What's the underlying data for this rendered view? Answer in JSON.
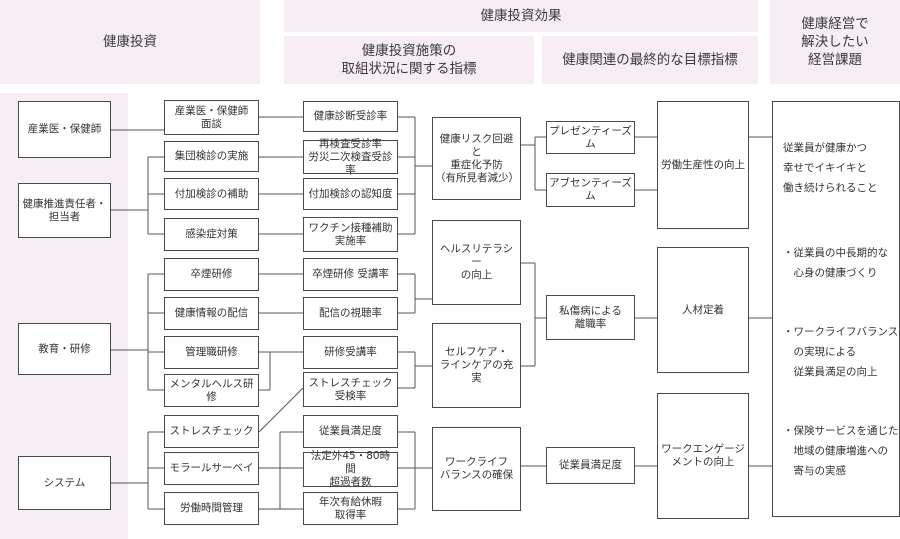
{
  "headers": {
    "investment": "健康投資",
    "effect": "健康投資効果",
    "measures": [
      "健康投資施策の",
      "取組状況に関する指標"
    ],
    "final_indicators": "健康関連の最終的な目標指標",
    "issues": [
      "健康経営で",
      "解決したい",
      "経営課題"
    ]
  },
  "investors": {
    "occupational_health": "産業医・保健師",
    "promoter": [
      "健康推進責任者・",
      "担当者"
    ],
    "education": "教育・研修",
    "system": "システム"
  },
  "measures": {
    "interview": [
      "産業医・保健師",
      "面談"
    ],
    "group_checkup": "集団検診の実施",
    "extra_checkup_aid": "付加検診の補助",
    "infection": "感染症対策",
    "smoking_training": "卒煙研修",
    "health_info": "健康情報の配信",
    "manager_training": "管理職研修",
    "mental_training": "メンタルヘルス研修",
    "stress_check": "ストレスチェック",
    "morale_survey": "モラールサーベイ",
    "work_hours": "労働時間管理"
  },
  "indicators": {
    "checkup_rate": "健康診断受診率",
    "recheck_rate": [
      "再検査受診率",
      "労災二次検査受診率"
    ],
    "extra_awareness": "付加検診の認知度",
    "vaccine_rate": [
      "ワクチン接種補助",
      "実施率"
    ],
    "smoking_rate": "卒煙研修 受講率",
    "view_rate": "配信の視聴率",
    "training_rate": "研修受講率",
    "stress_rate": [
      "ストレスチェック",
      "受検率"
    ],
    "satisfaction": "従業員満足度",
    "overtime": [
      "法定外45・80時間",
      "超過者数"
    ],
    "leave_rate": [
      "年次有給休暇",
      "取得率"
    ]
  },
  "outcomes": {
    "risk": [
      "健康リスク回避と",
      "重症化予防",
      "（有所見者減少）"
    ],
    "literacy": [
      "ヘルスリテラシー",
      "の向上"
    ],
    "selfcare": [
      "セルフケア・",
      "ラインケアの充実"
    ],
    "wlb": [
      "ワークライフ",
      "バランスの確保"
    ]
  },
  "finals": {
    "presenteeism": "プレゼンティーズム",
    "absenteeism": "アブセンティーズム",
    "turnover": [
      "私傷病による",
      "離職率"
    ],
    "satisfaction": "従業員満足度"
  },
  "targets": {
    "productivity": "労働生産性の向上",
    "retention": "人材定着",
    "engagement": [
      "ワークエンゲージ",
      "メントの向上"
    ]
  },
  "issues": [
    [
      "従業員が健康かつ",
      "幸せでイキイキと",
      "働き続けられること"
    ],
    [
      "・従業員の中長期的な",
      "　心身の健康づくり"
    ],
    [
      "・ワークライフバランス",
      "　の実現による",
      "　従業員満足の向上"
    ],
    [
      "・保険サービスを通じた",
      "　地域の健康増進への",
      "　寄与の実感"
    ]
  ]
}
